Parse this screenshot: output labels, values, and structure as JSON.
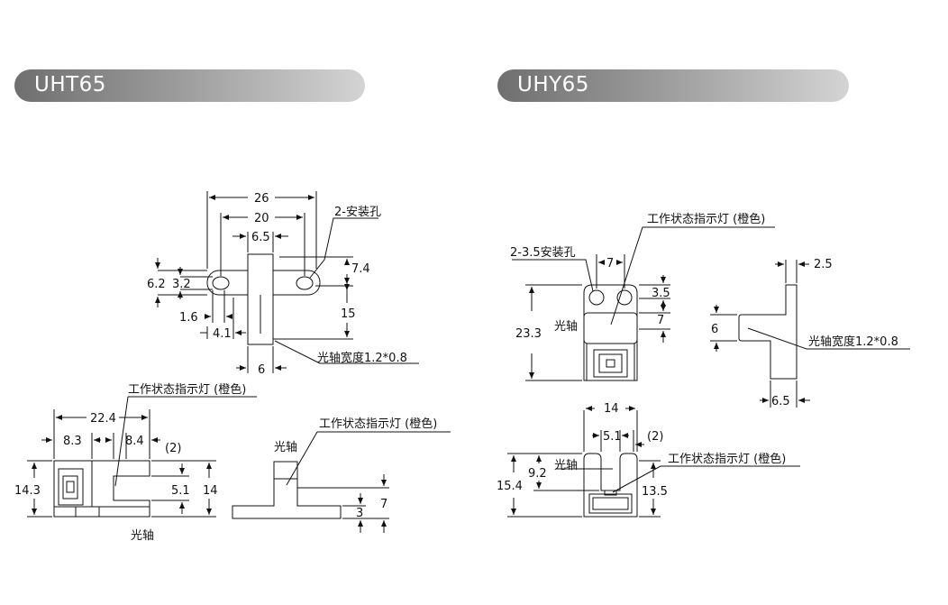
{
  "header": {
    "left_model": "UHT65",
    "right_model": "UHY65"
  },
  "uht65": {
    "top_view": {
      "dim_overall": "26",
      "dim_hole_pitch": "20",
      "dim_slot_width": "6.5",
      "mount_hole_label": "2-安装孔",
      "dim_height_total": "6.2",
      "dim_hole_dia": "3.2",
      "dim_hole_offset": "7.4",
      "dim_1_6": "1.6",
      "dim_4_1": "4.1",
      "dim_15": "15",
      "dim_6": "6",
      "beam_label": "光轴宽度1.2*0.8"
    },
    "front_view": {
      "indicator_label": "工作状态指示灯 (橙色)",
      "dim_22_4": "22.4",
      "dim_8_3": "8.3",
      "dim_8_4": "8.4",
      "dim_2": "(2)",
      "dim_14_3": "14.3",
      "dim_5_1": "5.1",
      "dim_14": "14",
      "beam_label": "光轴"
    },
    "side_view": {
      "indicator_label": "工作状态指示灯 (橙色)",
      "beam_label": "光轴",
      "dim_7": "7",
      "dim_3": "3"
    }
  },
  "uhy65": {
    "top_view": {
      "indicator_label": "工作状态指示灯 (橙色)",
      "mount_hole_label": "2-3.5安装孔",
      "dim_7_top": "7",
      "dim_3_5": "3.5",
      "dim_7_right": "7",
      "dim_23_3": "23.3",
      "beam_label": "光轴"
    },
    "side_view": {
      "dim_2_5": "2.5",
      "dim_6": "6",
      "beam_label": "光轴宽度1.2*0.8",
      "dim_6_5": "6.5"
    },
    "front_view": {
      "dim_14": "14",
      "dim_5_1": "5.1",
      "dim_2": "(2)",
      "beam_label": "光轴",
      "indicator_label": "工作状态指示灯 (橙色)",
      "dim_15_4": "15.4",
      "dim_9_2": "9.2",
      "dim_13_5": "13.5"
    }
  }
}
